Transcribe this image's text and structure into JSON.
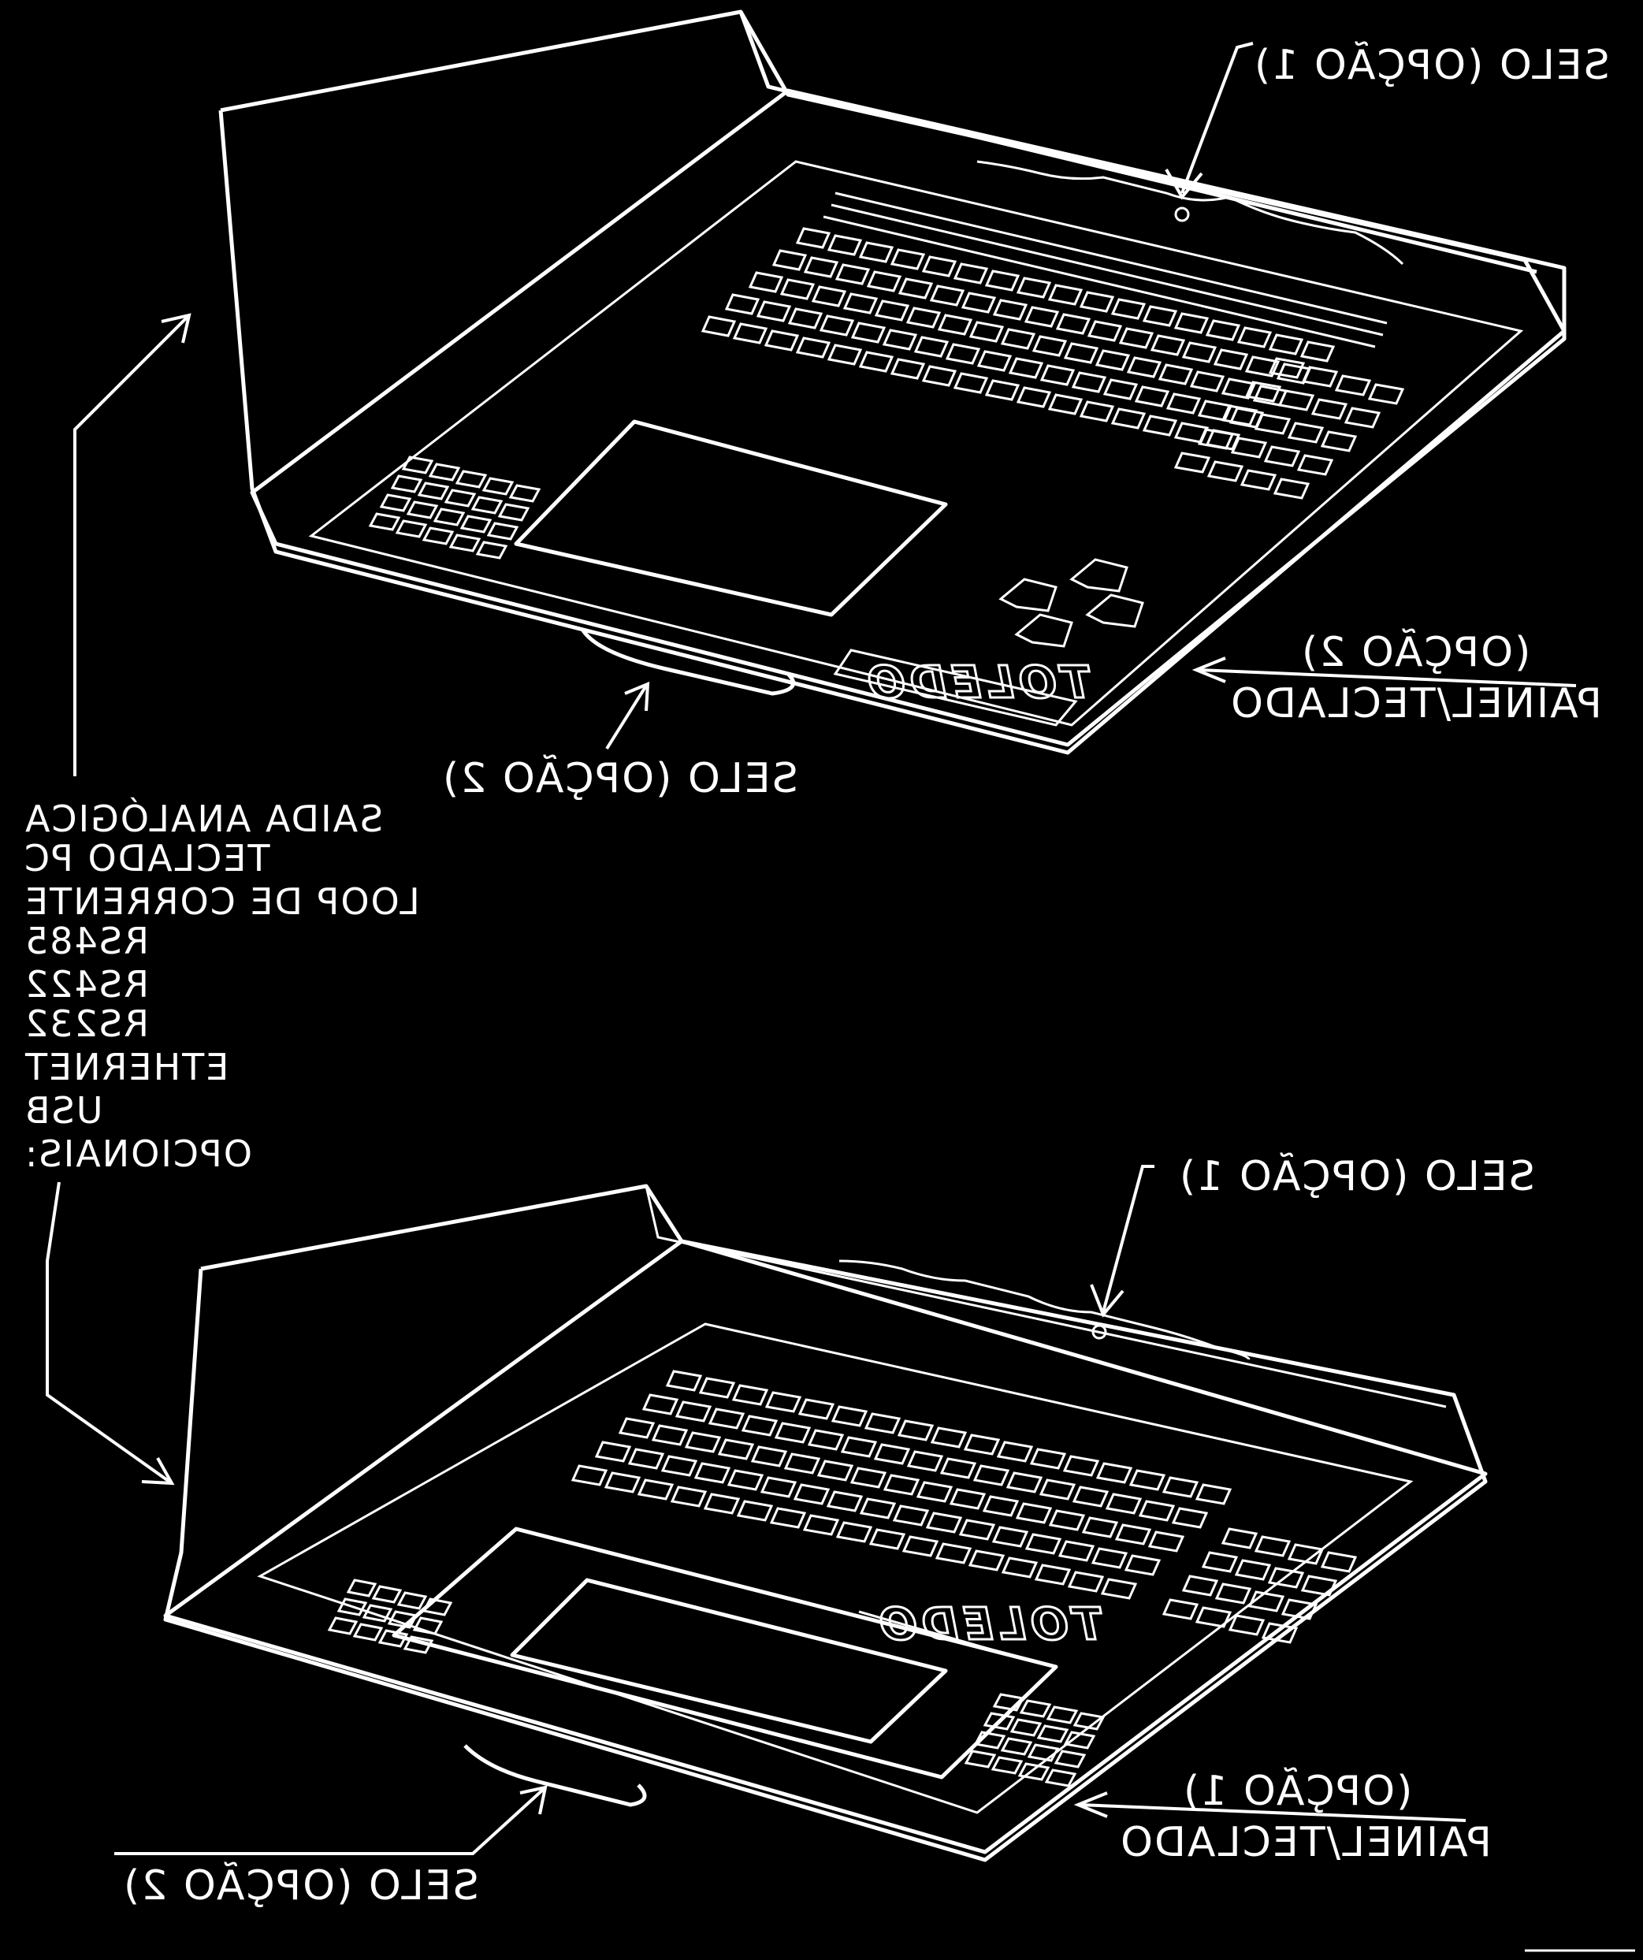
{
  "labels": {
    "top_seal_option1": "SELO (OPÇÃO 1)",
    "top_seal_option2": "SELO (OPÇÃO 2)",
    "top_panel_label": "PAINEL/TECLADO",
    "top_panel_option": "(OPÇÃO 2)",
    "bottom_seal_option1": "SELO (OPÇÃO 1)",
    "bottom_seal_option2": "SELO (OPÇÃO 2)",
    "bottom_panel_label": "PAINEL/TECLADO",
    "bottom_panel_option": "(OPÇÃO 1)"
  },
  "brand": {
    "top": "TOLEDO",
    "bottom": "TOLEDO"
  },
  "options_list": {
    "heading": "OPCIONAIS:",
    "items": [
      "USB",
      "ETHERNET",
      "RS232",
      "RS422",
      "RS485",
      "LOOP DE CORRENTE",
      "TECLADO PC",
      "SAIDA ANALÓGICA"
    ]
  },
  "colors": {
    "background": "#000000",
    "ink": "#ffffff"
  }
}
